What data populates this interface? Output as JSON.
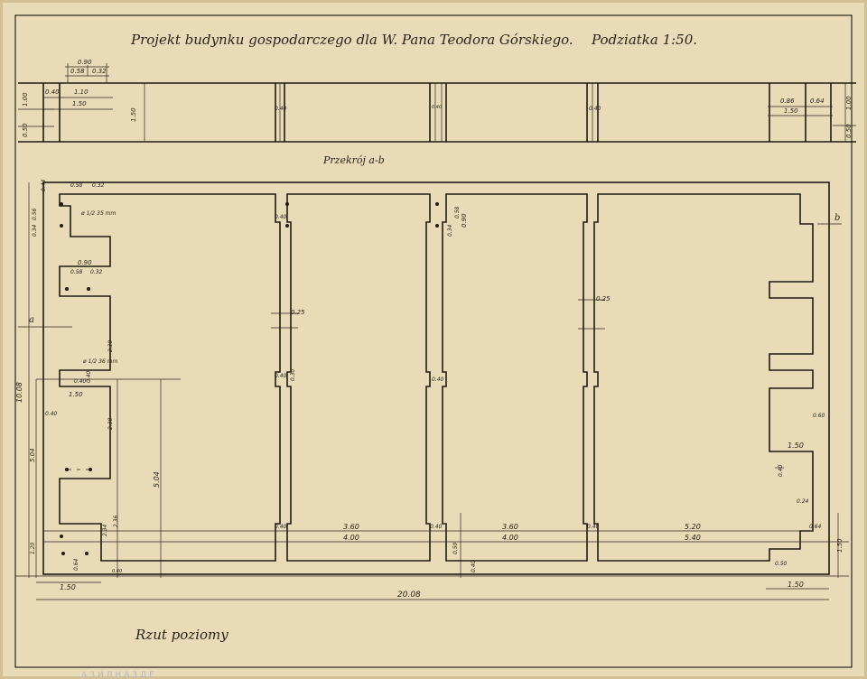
{
  "title": "Projekt budynku gospodarczego dla W. Pana Teodora Górskiego.",
  "scale": "Podziatka 1:50.",
  "section_label": "Przekrój a-b",
  "plan_label": "Rzut poziomy",
  "marks": {
    "a": "a",
    "b": "b"
  },
  "stamp": "АЗИЛНАЗДЕ",
  "section_dims": {
    "top_090": "0.90",
    "top_058": "0.58",
    "top_032": "0.32",
    "l_040": "0.40",
    "l_110": "1.10",
    "l_150": "1.50",
    "v_100": "1.00",
    "v_050": "0.50",
    "v_150": "1.50",
    "p1": "0.40",
    "p2": "0.40",
    "p3": "0.40",
    "r_086": "0.86",
    "r_064": "0.64",
    "r_150": "1.50",
    "rv_100": "1.00",
    "rv_050": "0.50"
  },
  "plan_dims": {
    "d044": "0.44",
    "d058a": "0.58",
    "d032a": "0.32",
    "d056": "0.56",
    "d034a": "0.34",
    "note1": "ø 1/2 35 mm",
    "d090a": "0.90",
    "d058b": "0.58",
    "d032b": "0.32",
    "d230a": "2.30",
    "note2": "ø 1/2 36 mm",
    "d040a": "0.40",
    "d040b": "0.40",
    "d150a": "1.50",
    "d040c": "0.40",
    "d230b": "2.30",
    "d1008": "10.08",
    "d504a": "5.04",
    "d504b": "5.04",
    "d236": "2.36",
    "d234": "2.34",
    "d120": "1.20",
    "d064": "0.64",
    "d040d": "0.40",
    "d150b": "1.50",
    "d2008": "20.08",
    "w040_1": "0.40",
    "w025_1": "0.25",
    "w040_2": "0.40",
    "w030": "0.30",
    "w040_3": "0.40",
    "w034": "0.34",
    "w058": "0.58",
    "w090": "0.90",
    "w040_4": "0.40",
    "w025_2": "0.25",
    "b040_1": "0.40",
    "b360_1": "3.60",
    "b040_2": "0.40",
    "b360_2": "3.60",
    "b040_3": "0.40",
    "b520": "5.20",
    "b064": "0.64",
    "b400_1": "4.00",
    "b400_2": "4.00",
    "b540": "5.40",
    "b050a": "0.50",
    "b040_5": "0.40",
    "r060": "0.60",
    "r150a": "1.50",
    "r040": "0.40",
    "r024": "0.24",
    "r050b": "0.50",
    "r150b": "1.50",
    "r150c": "1.50"
  }
}
